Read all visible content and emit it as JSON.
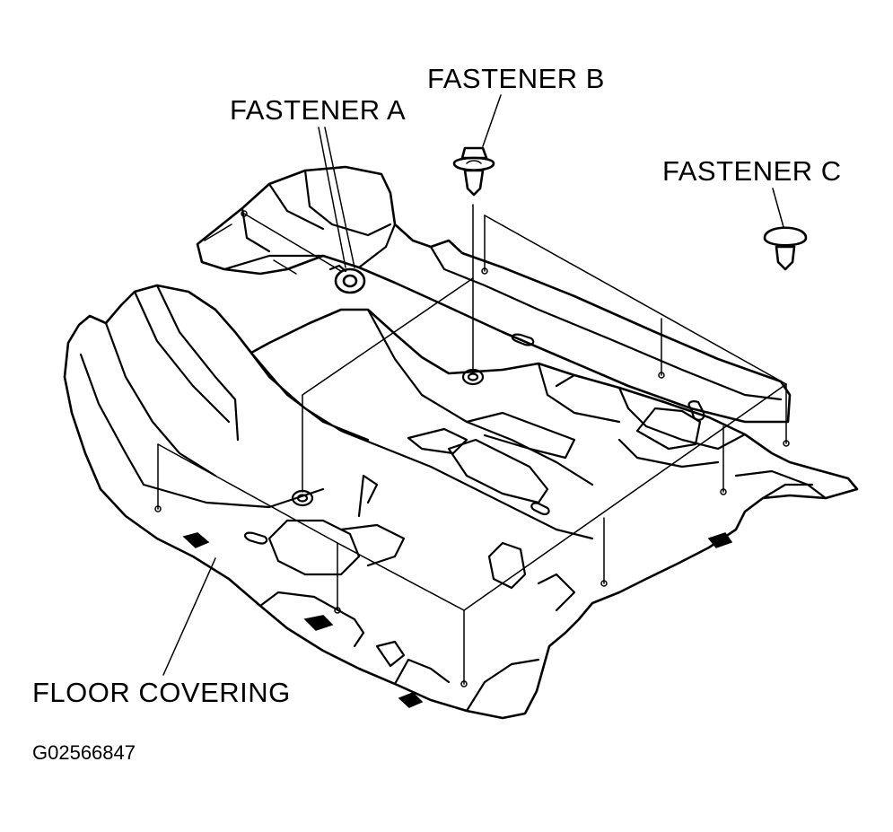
{
  "labels": {
    "fastener_a": "FASTENER A",
    "fastener_b": "FASTENER B",
    "fastener_c": "FASTENER C",
    "floor_covering": "FLOOR COVERING"
  },
  "figure_id": "G02566847",
  "colors": {
    "ink": "#000000",
    "paper": "#ffffff"
  }
}
